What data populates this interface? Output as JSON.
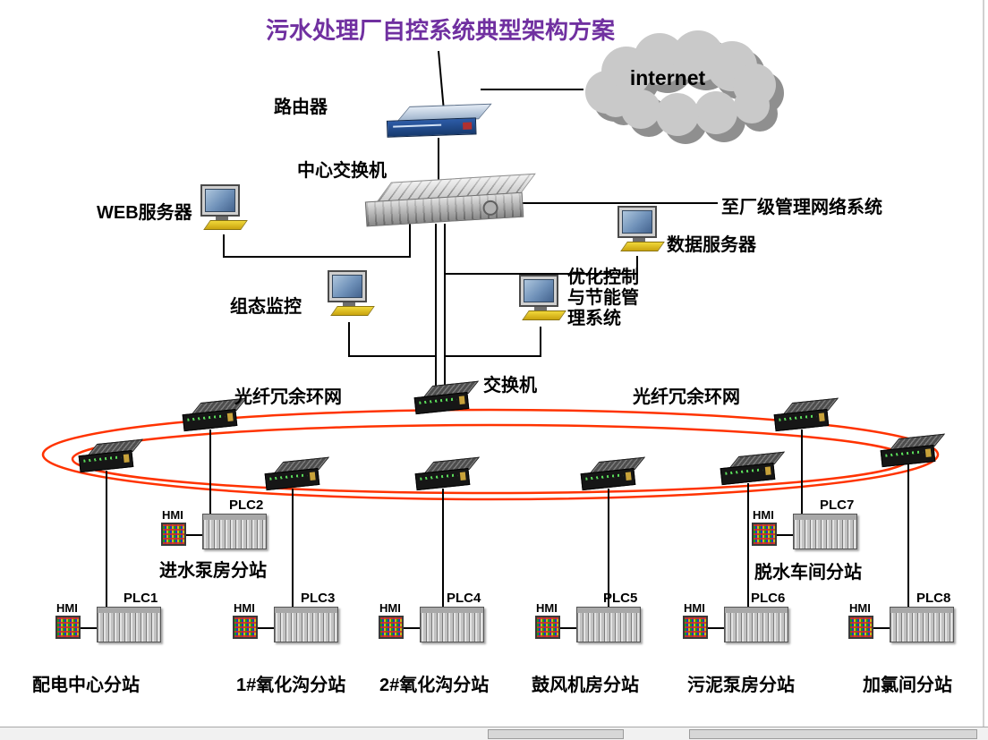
{
  "title": "污水处理厂自控系统典型架构方案",
  "colors": {
    "title": "#7030A0",
    "ring": "#FF3300",
    "wire": "#000000",
    "cloud": "#C9C9C9"
  },
  "nodes": {
    "internet": "internet",
    "router": "路由器",
    "central_switch": "中心交换机",
    "web_server": "WEB服务器",
    "plant_network": "至厂级管理网络系统",
    "data_server": "数据服务器",
    "scada_monitor": "组态监控",
    "optimization_lines": [
      "优化控制",
      "与节能管",
      "理系统"
    ],
    "field_switch": "交换机",
    "fiber_ring_left": "光纤冗余环网",
    "fiber_ring_right": "光纤冗余环网"
  },
  "stations": [
    {
      "plc": "PLC2",
      "hmi": "HMI",
      "label": "进水泵房分站"
    },
    {
      "plc": "PLC7",
      "hmi": "HMI",
      "label": "脱水车间分站"
    },
    {
      "plc": "PLC1",
      "hmi": "HMI",
      "label": "配电中心分站"
    },
    {
      "plc": "PLC3",
      "hmi": "HMI",
      "label": "1#氧化沟分站"
    },
    {
      "plc": "PLC4",
      "hmi": "HMI",
      "label": "2#氧化沟分站"
    },
    {
      "plc": "PLC5",
      "hmi": "HMI",
      "label": "鼓风机房分站"
    },
    {
      "plc": "PLC6",
      "hmi": "HMI",
      "label": "污泥泵房分站"
    },
    {
      "plc": "PLC8",
      "hmi": "HMI",
      "label": "加氯间分站"
    }
  ]
}
